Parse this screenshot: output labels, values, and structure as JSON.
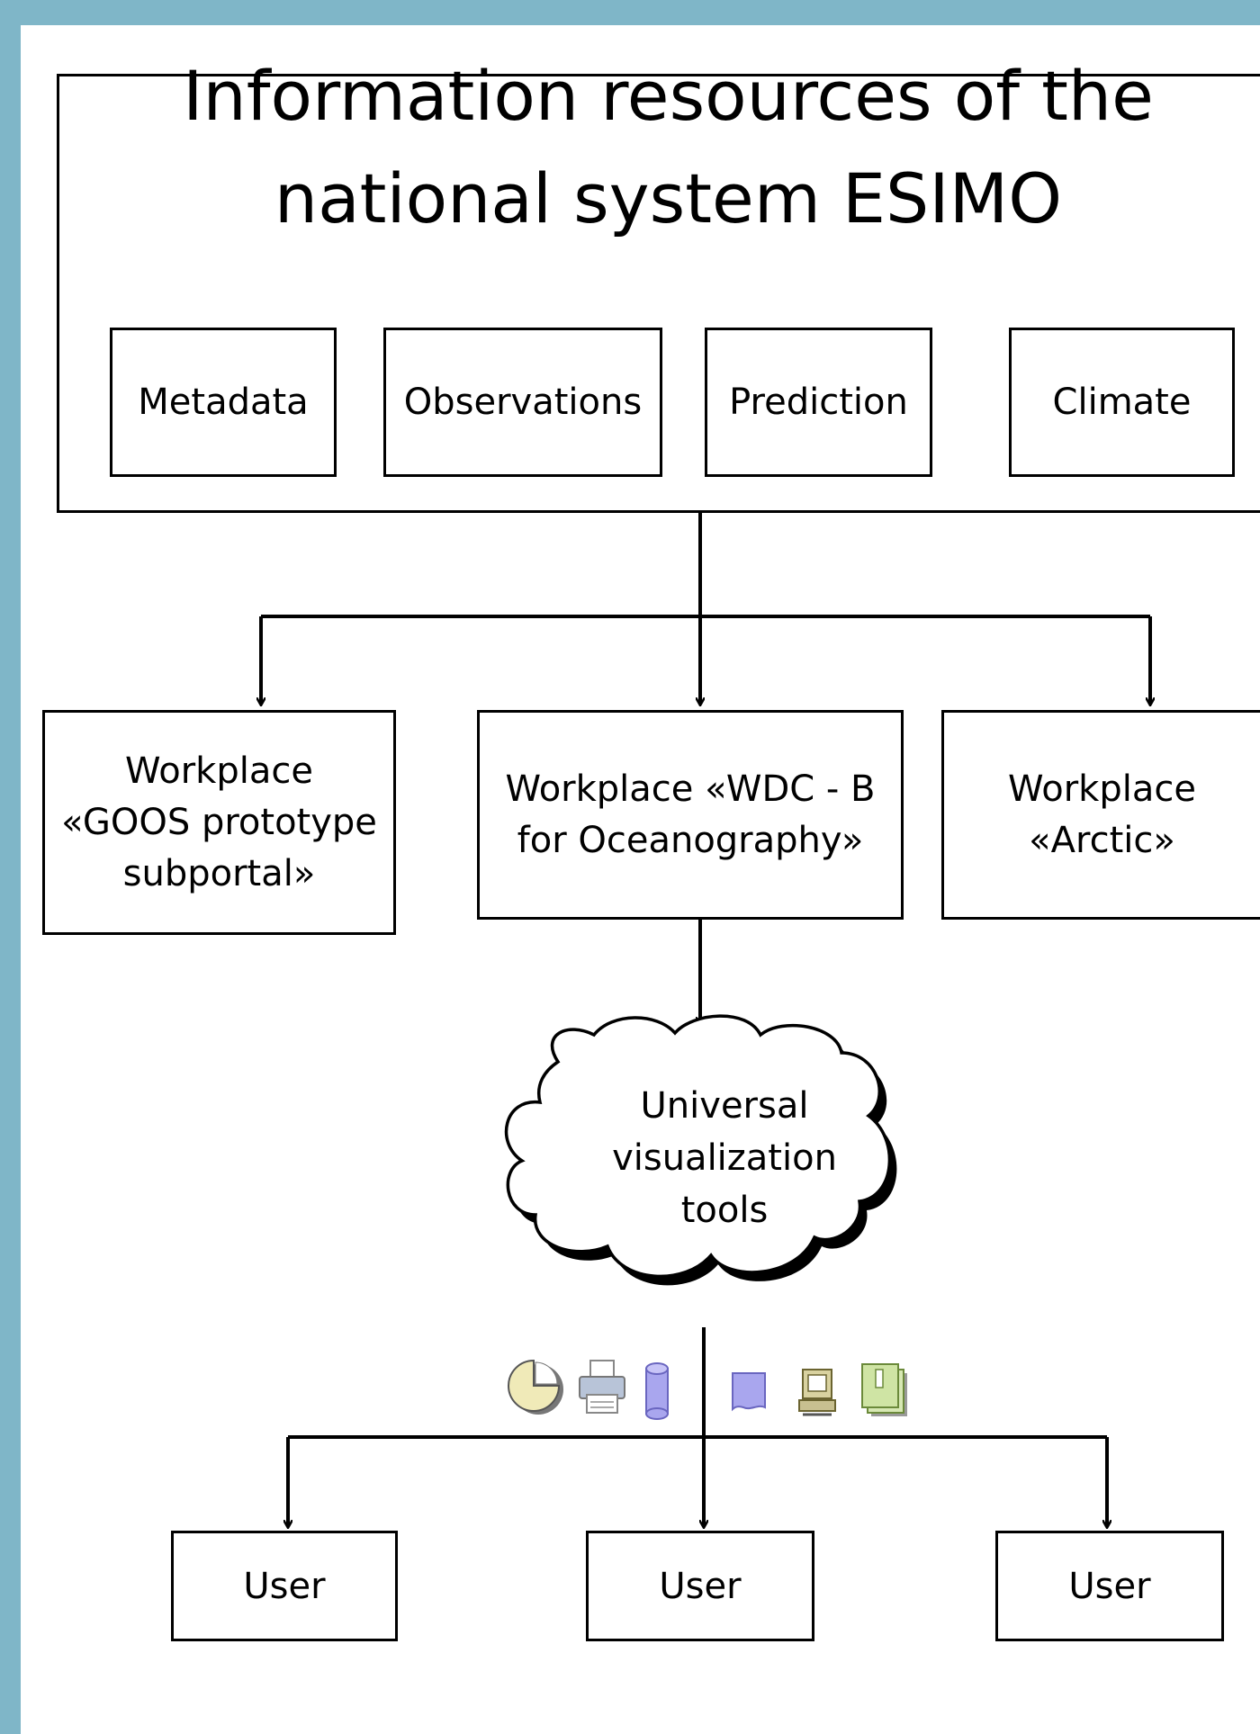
{
  "header": {
    "title": "Information resources of the\nnational system ESIMO"
  },
  "resources": [
    {
      "label": "Metadata"
    },
    {
      "label": "Observations"
    },
    {
      "label": "Prediction"
    },
    {
      "label": "Climate"
    }
  ],
  "workplaces": [
    {
      "label": "Workplace\n«GOOS prototype\nsubportal»"
    },
    {
      "label": "Workplace «WDC - B\nfor Oceanography»"
    },
    {
      "label": "Workplace\n«Arctic»"
    }
  ],
  "cloud": {
    "label": "Universal\nvisualization\ntools"
  },
  "icons": [
    "pie-chart-icon",
    "printer-icon",
    "database-icon",
    "document-icon",
    "computer-icon",
    "pages-icon"
  ],
  "users": [
    {
      "label": "User"
    },
    {
      "label": "User"
    },
    {
      "label": "User"
    }
  ],
  "colors": {
    "frame": "#7fb6c8",
    "background": "#ffffff",
    "line": "#000000"
  }
}
